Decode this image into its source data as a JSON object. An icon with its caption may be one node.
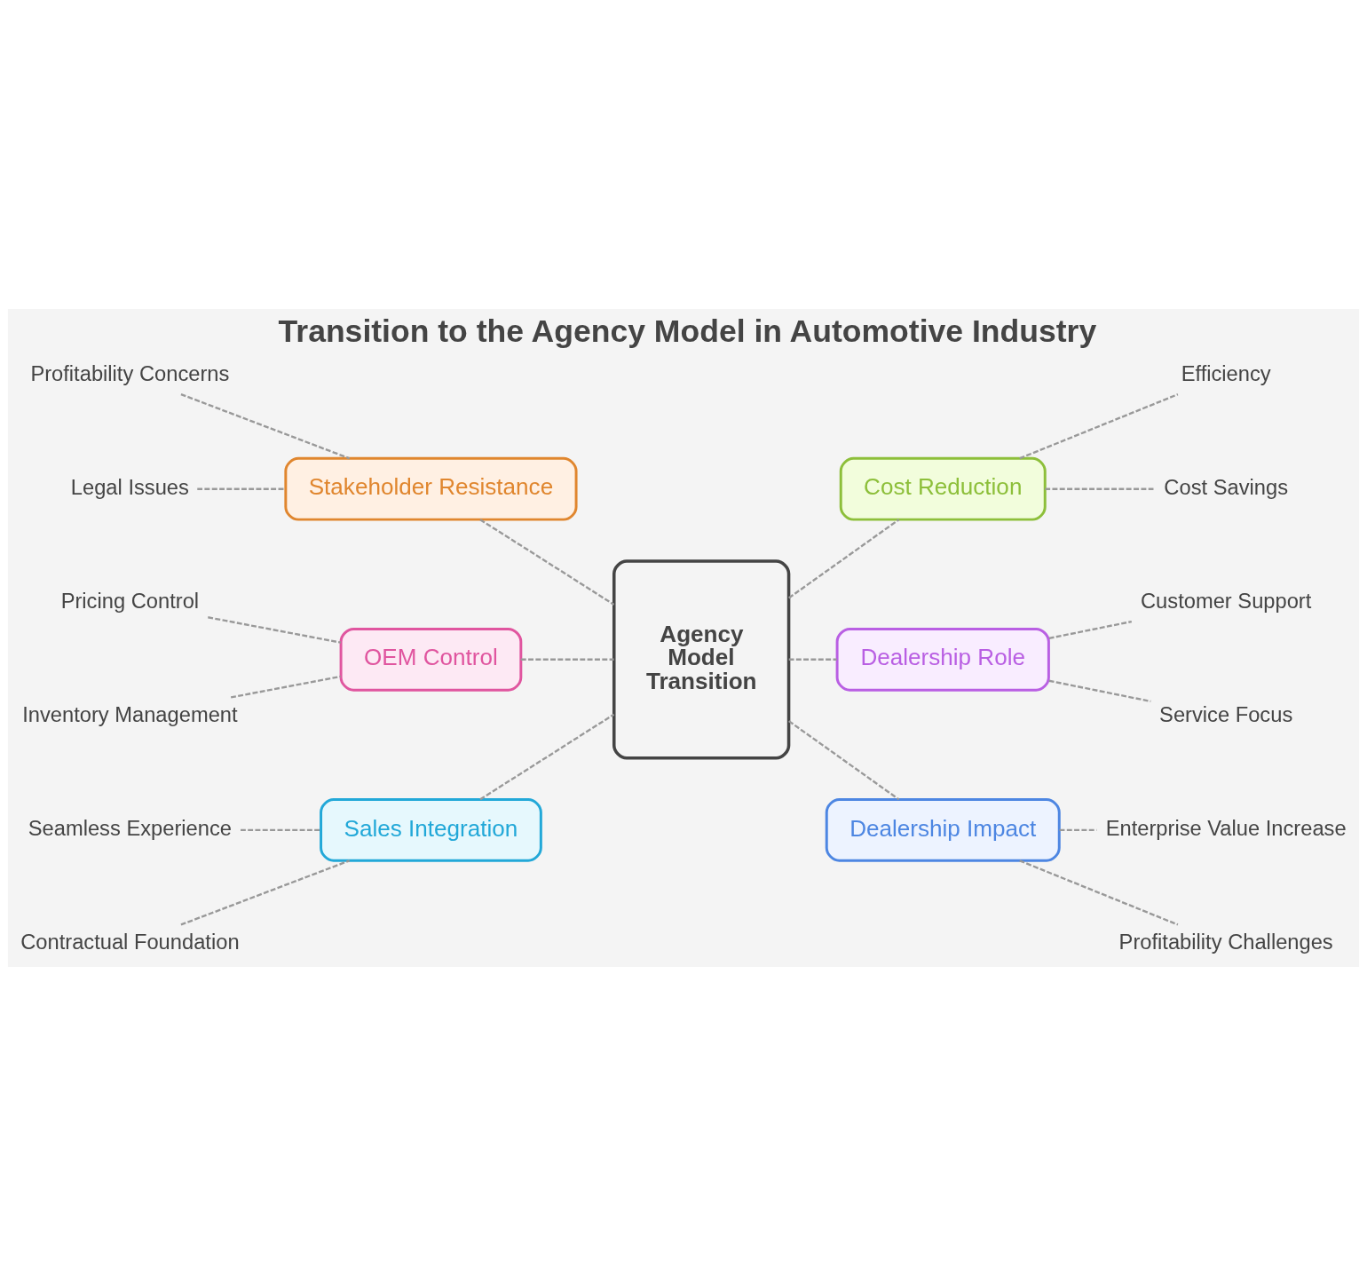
{
  "diagram": {
    "title": "Transition to the Agency Model in Automotive Industry",
    "nodes": [
      {
        "text": [
          "Stakeholder Resistance"
        ]
      },
      {
        "text": [
          "Cost Reduction"
        ]
      },
      {
        "text": [
          "Profitability Concerns"
        ]
      },
      {
        "text": [
          "Efficiency"
        ]
      },
      {
        "text": [
          "Legal Issues"
        ]
      },
      {
        "text": [
          "Cost Savings"
        ]
      },
      {
        "text": [
          "OEM Control"
        ]
      },
      {
        "text": [
          "Agency Model Transition"
        ]
      },
      {
        "text": [
          "Dealership Role"
        ]
      },
      {
        "text": [
          "Pricing Control"
        ]
      },
      {
        "text": [
          "Customer Support"
        ]
      },
      {
        "text": [
          "Inventory Management"
        ]
      },
      {
        "text": [
          "Service Focus"
        ]
      },
      {
        "text": [
          "Sales Integration"
        ]
      },
      {
        "text": [
          "Dealership Impact"
        ]
      },
      {
        "text": [
          "Seamless Experience"
        ]
      },
      {
        "text": [
          "Enterprise Value Increase"
        ]
      },
      {
        "text": [
          "Contractual Foundation"
        ]
      },
      {
        "text": [
          "Profitability Challenges"
        ]
      }
    ],
    "edges": [
      {
        "from": 0,
        "to": 7,
        "arrow": "none",
        "style": "dashed"
      },
      {
        "from": 6,
        "to": 7,
        "arrow": "none",
        "style": "dashed"
      },
      {
        "from": 13,
        "to": 7,
        "arrow": "none",
        "style": "dashed"
      },
      {
        "from": 7,
        "to": 1,
        "arrow": "none",
        "style": "dashed"
      },
      {
        "from": 7,
        "to": 8,
        "arrow": "none",
        "style": "dashed"
      },
      {
        "from": 7,
        "to": 14,
        "arrow": "none",
        "style": "dashed"
      },
      {
        "from": 2,
        "to": 0,
        "arrow": "none",
        "style": "dashed"
      },
      {
        "from": 4,
        "to": 0,
        "arrow": "none",
        "style": "dashed"
      },
      {
        "from": 1,
        "to": 3,
        "arrow": "none",
        "style": "dashed"
      },
      {
        "from": 1,
        "to": 5,
        "arrow": "none",
        "style": "dashed"
      },
      {
        "from": 9,
        "to": 6,
        "arrow": "none",
        "style": "dashed"
      },
      {
        "from": 11,
        "to": 6,
        "arrow": "none",
        "style": "dashed"
      },
      {
        "from": 8,
        "to": 10,
        "arrow": "none",
        "style": "dashed"
      },
      {
        "from": 8,
        "to": 12,
        "arrow": "none",
        "style": "dashed"
      },
      {
        "from": 15,
        "to": 13,
        "arrow": "none",
        "style": "dashed"
      },
      {
        "from": 17,
        "to": 13,
        "arrow": "none",
        "style": "dashed"
      },
      {
        "from": 14,
        "to": 16,
        "arrow": "none",
        "style": "dashed"
      },
      {
        "from": 14,
        "to": 18,
        "arrow": "none",
        "style": "dashed"
      }
    ]
  }
}
